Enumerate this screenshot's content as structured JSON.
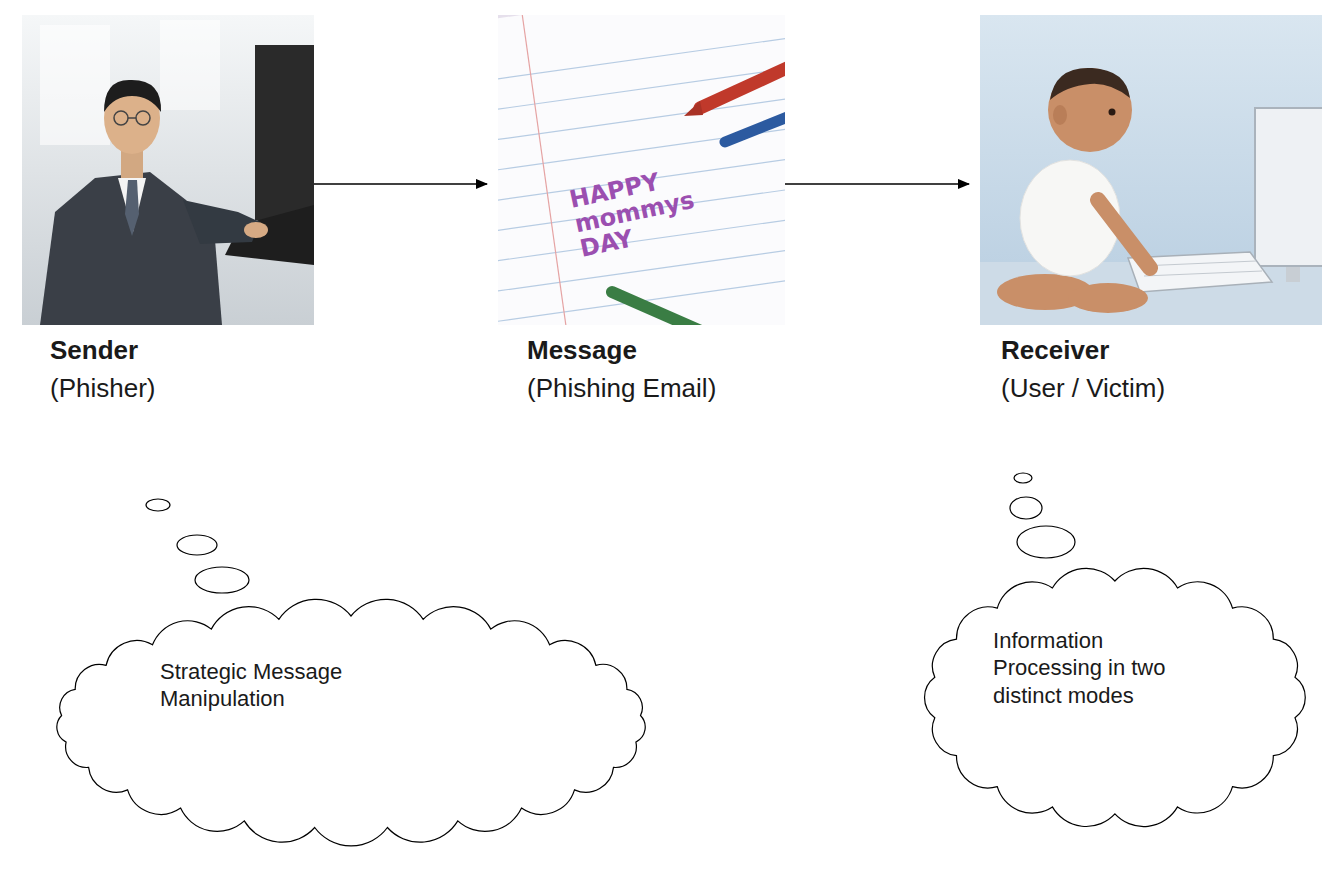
{
  "diagram": {
    "nodes": [
      {
        "text": [
          "Sender",
          "(Phisher)"
        ]
      },
      {
        "text": [
          "Message",
          "(Phishing Email)"
        ]
      },
      {
        "text": [
          "Receiver",
          "(User / Victim)"
        ]
      },
      {
        "text": [
          "Strategic Message Manipulation"
        ]
      },
      {
        "text": [
          "Information Processing in two distinct modes"
        ]
      }
    ],
    "edges": [
      {
        "from": 0,
        "to": 1,
        "arrow": "to"
      },
      {
        "from": 1,
        "to": 2,
        "arrow": "to"
      }
    ],
    "labels": [
      "HAPPY mommys DAY"
    ]
  }
}
